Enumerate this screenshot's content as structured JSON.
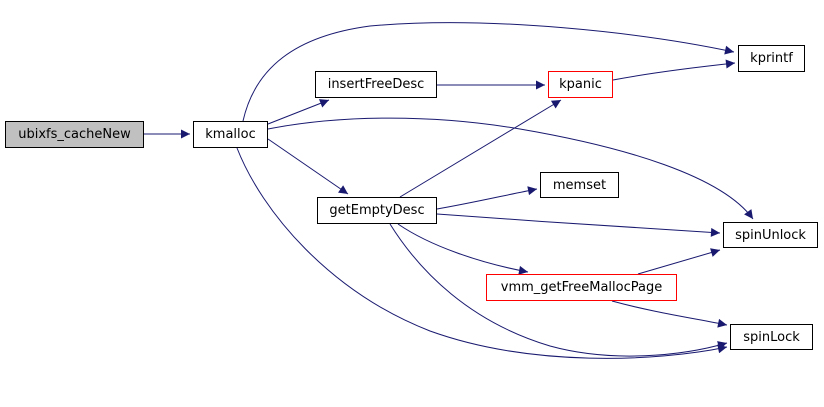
{
  "diagram": {
    "type": "call-graph",
    "background_color": "#ffffff",
    "edge_color": "#191970",
    "node_border_color": "#000000",
    "highlight_border_color": "#ff0000",
    "root_fill_color": "#c0c0c0",
    "node_fill_color": "#ffffff",
    "nodes": [
      {
        "id": "ubixfs_cacheNew",
        "label": "ubixfs_cacheNew",
        "role": "root"
      },
      {
        "id": "kmalloc",
        "label": "kmalloc",
        "role": "normal"
      },
      {
        "id": "insertFreeDesc",
        "label": "insertFreeDesc",
        "role": "normal"
      },
      {
        "id": "kpanic",
        "label": "kpanic",
        "role": "highlighted"
      },
      {
        "id": "kprintf",
        "label": "kprintf",
        "role": "normal"
      },
      {
        "id": "memset",
        "label": "memset",
        "role": "normal"
      },
      {
        "id": "getEmptyDesc",
        "label": "getEmptyDesc",
        "role": "normal"
      },
      {
        "id": "spinUnlock",
        "label": "spinUnlock",
        "role": "normal"
      },
      {
        "id": "vmm_getFreeMallocPage",
        "label": "vmm_getFreeMallocPage",
        "role": "highlighted"
      },
      {
        "id": "spinLock",
        "label": "spinLock",
        "role": "normal"
      }
    ],
    "edges": [
      {
        "from": "ubixfs_cacheNew",
        "to": "kmalloc"
      },
      {
        "from": "kmalloc",
        "to": "insertFreeDesc"
      },
      {
        "from": "kmalloc",
        "to": "kprintf"
      },
      {
        "from": "kmalloc",
        "to": "getEmptyDesc"
      },
      {
        "from": "kmalloc",
        "to": "spinUnlock"
      },
      {
        "from": "kmalloc",
        "to": "spinLock"
      },
      {
        "from": "insertFreeDesc",
        "to": "kpanic"
      },
      {
        "from": "kpanic",
        "to": "kprintf"
      },
      {
        "from": "getEmptyDesc",
        "to": "kpanic"
      },
      {
        "from": "getEmptyDesc",
        "to": "memset"
      },
      {
        "from": "getEmptyDesc",
        "to": "spinUnlock"
      },
      {
        "from": "getEmptyDesc",
        "to": "vmm_getFreeMallocPage"
      },
      {
        "from": "getEmptyDesc",
        "to": "spinLock"
      },
      {
        "from": "vmm_getFreeMallocPage",
        "to": "spinUnlock"
      },
      {
        "from": "vmm_getFreeMallocPage",
        "to": "spinLock"
      }
    ]
  }
}
